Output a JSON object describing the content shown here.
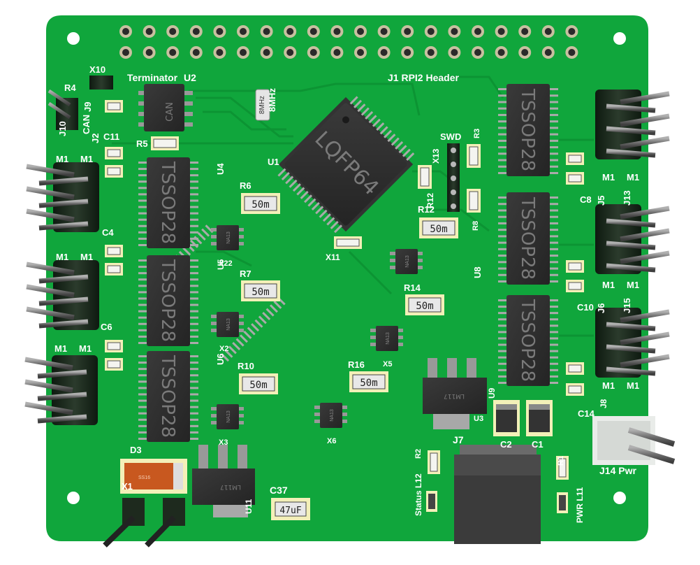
{
  "colors": {
    "board": "#10a63c",
    "board_dark": "#0c8a31",
    "copper_trace": "#0f9a37",
    "silkscreen": "#ffffff",
    "chip_body": "#2e2e2e",
    "pad_yellow": "#f3f0b8",
    "header_black": "#1e2a1e",
    "pin_silver": "#8a8a8a",
    "diode_orange": "#c8581f",
    "connector_white": "#e9ece9"
  },
  "labels": {
    "j1": "J1 RPI2 Header",
    "terminator": "Terminator",
    "u2": "U2",
    "x10": "X10",
    "r4": "R4",
    "j9": "J9",
    "j10": "J10",
    "can": "CAN",
    "j2": "J2",
    "c11": "C11",
    "r5": "R5",
    "m1": "M1",
    "u4": "U4",
    "u1": "U1",
    "swd": "SWD",
    "r3": "R3",
    "x13": "X13",
    "r12": "R12",
    "r8": "R8",
    "r6": "R6",
    "r7": "R7",
    "r10": "R10",
    "r14": "R14",
    "r16": "R16",
    "c4": "C4",
    "c6": "C6",
    "x22": "X22",
    "u5": "U5",
    "x2": "X2",
    "u6": "U6",
    "x3": "X3",
    "x11": "X11",
    "x5": "X5",
    "x6": "X6",
    "u8": "U8",
    "j5": "J5",
    "j13": "J13",
    "c8": "C8",
    "j6": "J6",
    "j15": "J15",
    "c10": "C10",
    "u9": "U9",
    "u3": "U3",
    "j8": "J8",
    "c14": "C14",
    "d3": "D3",
    "j7": "J7",
    "c2": "C2",
    "c1": "C1",
    "r2": "R2",
    "r1": "R1",
    "status_l12": "Status L12",
    "pwr_l11": "PWR L11",
    "j14_pwr": "J14 Pwr",
    "c37": "C37",
    "u11": "U11",
    "x1": "X1"
  },
  "chips": {
    "mcu": "LQFP64",
    "tssop": "TSSOP28",
    "can_chip": "CAN",
    "crystal": "8MHz",
    "crystal_label": "8MHz",
    "regulator": "LM117",
    "sot_marking": "NA13",
    "diode_marking": "SS16"
  },
  "values": {
    "res_50m": "50m",
    "cap_47uf": "47uF"
  }
}
